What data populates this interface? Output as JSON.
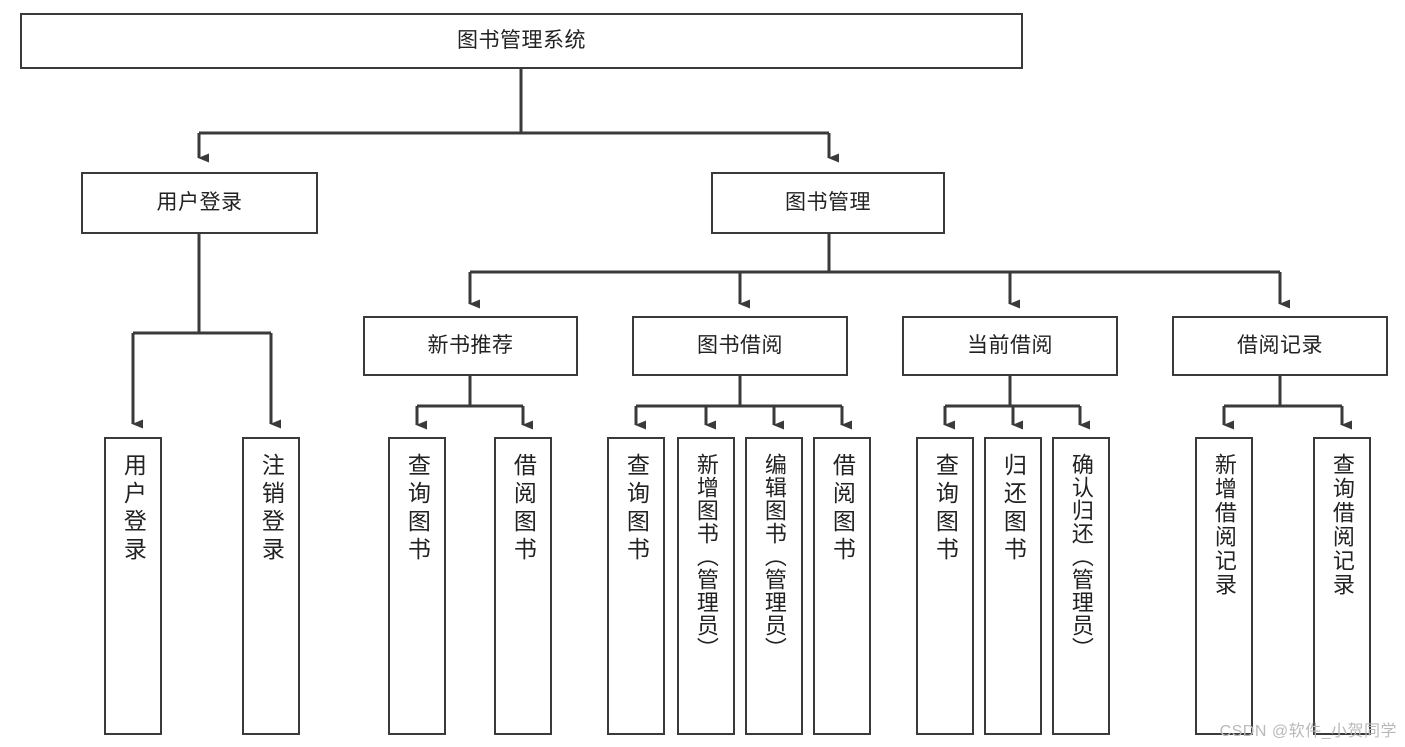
{
  "diagram": {
    "title": "图书管理系统",
    "type": "tree-hierarchy",
    "root": {
      "label": "图书管理系统"
    },
    "level2": [
      {
        "label": "用户登录"
      },
      {
        "label": "图书管理"
      }
    ],
    "level3": [
      {
        "label": "新书推荐"
      },
      {
        "label": "图书借阅"
      },
      {
        "label": "当前借阅"
      },
      {
        "label": "借阅记录"
      }
    ],
    "leaves": {
      "user_login": [
        {
          "label": "用户登录"
        },
        {
          "label": "注销登录"
        }
      ],
      "new_book_recommend": [
        {
          "label": "查询图书"
        },
        {
          "label": "借阅图书"
        }
      ],
      "book_borrow": [
        {
          "label": "查询图书"
        },
        {
          "label": "新增图书（管理员）"
        },
        {
          "label": "编辑图书（管理员）"
        },
        {
          "label": "借阅图书"
        }
      ],
      "current_borrow": [
        {
          "label": "查询图书"
        },
        {
          "label": "归还图书"
        },
        {
          "label": "确认归还（管理员）"
        }
      ],
      "borrow_record": [
        {
          "label": "新增借阅记录"
        },
        {
          "label": "查询借阅记录"
        }
      ]
    }
  },
  "watermark": {
    "text": "CSDN @软件_小贺同学"
  },
  "colors": {
    "border": "#3a3a3a",
    "text": "#222222",
    "background": "#ffffff",
    "watermark": "#b9b9b9"
  }
}
